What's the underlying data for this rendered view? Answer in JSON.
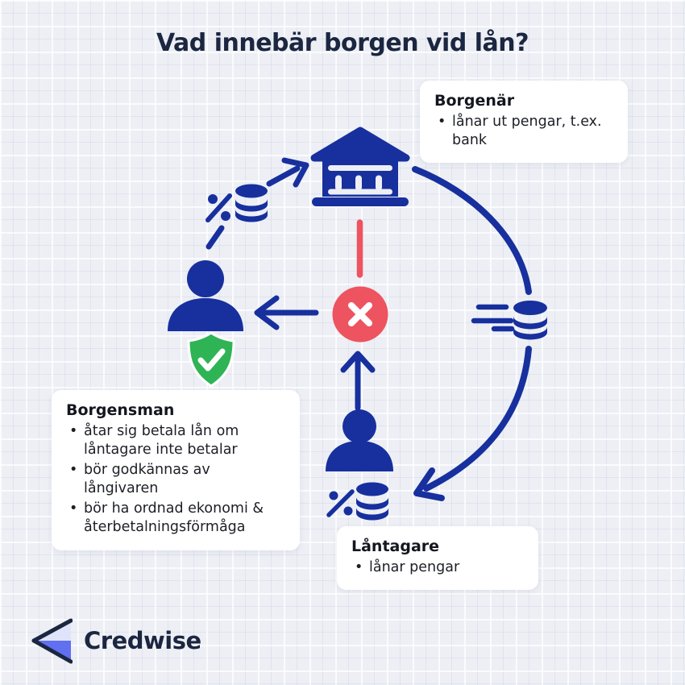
{
  "title": "Vad innebär borgen vid lån?",
  "cards": {
    "borgenar": {
      "title": "Borgenär",
      "bullets": [
        "lånar ut pengar, t.ex. bank"
      ]
    },
    "borgensman": {
      "title": "Borgensman",
      "bullets": [
        "åtar sig betala lån om låntagare inte betalar",
        "bör godkännas av långivaren",
        "bör ha ordnad ekonomi & återbetalningsförmåga"
      ]
    },
    "lantagare": {
      "title": "Låntagare",
      "bullets": [
        "lånar pengar"
      ]
    }
  },
  "brand": {
    "name": "Credwise"
  },
  "icons": {
    "lender": "bank-icon",
    "guarantor": "person-icon",
    "borrower": "person-icon",
    "guarantee": "shield-check-icon",
    "default": "x-circle-icon",
    "money": "coin-stack-icon",
    "interest": "percent-icon",
    "movement": "speed-lines-icon",
    "logo": "credwise-chevrons-icon"
  },
  "colors": {
    "navy": "#17309e",
    "dark": "#1b2640",
    "red": "#ee5360",
    "green": "#2fb455",
    "logo_blue": "#6170f1",
    "logo_light": "#e0e4fb",
    "bg": "#edeff5",
    "card": "#ffffff"
  }
}
